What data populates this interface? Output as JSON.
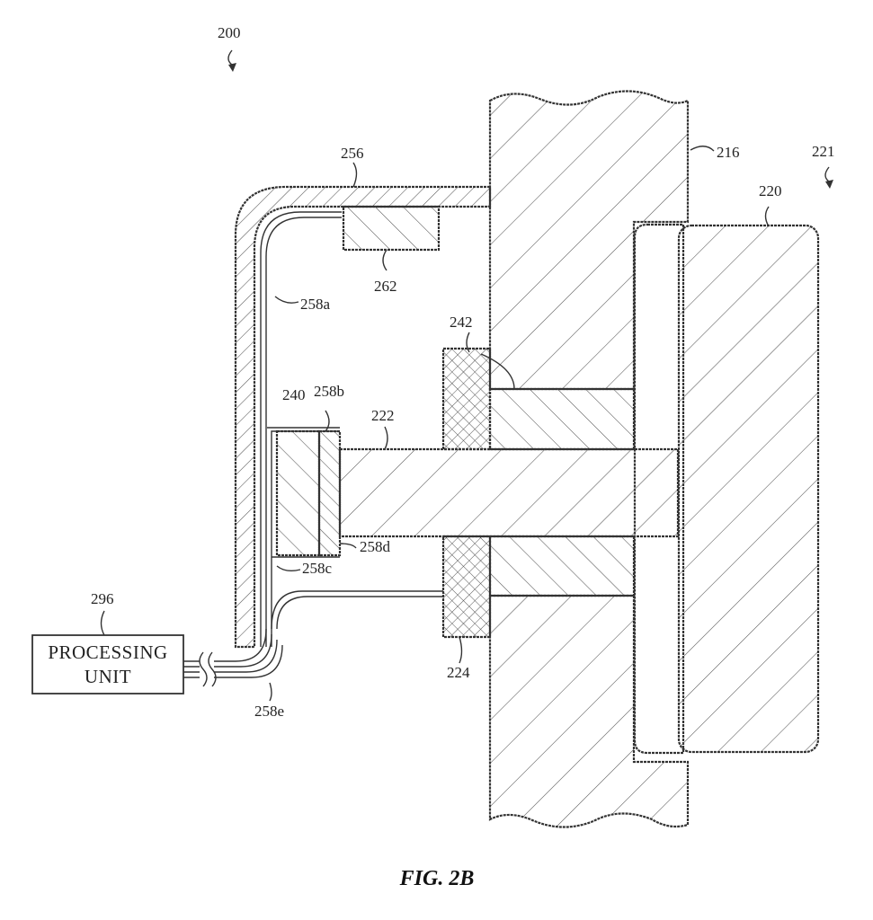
{
  "figure": {
    "caption": "FIG. 2B",
    "assembly_ref": "200",
    "view_ref": "221"
  },
  "labels": {
    "p216": "216",
    "p220": "220",
    "p222": "222",
    "p224": "224",
    "p240": "240",
    "p242": "242",
    "p256": "256",
    "p258a": "258a",
    "p258b": "258b",
    "p258c": "258c",
    "p258d": "258d",
    "p258e": "258e",
    "p262": "262",
    "p296": "296"
  },
  "processing_unit": {
    "line1": "PROCESSING",
    "line2": "UNIT"
  }
}
